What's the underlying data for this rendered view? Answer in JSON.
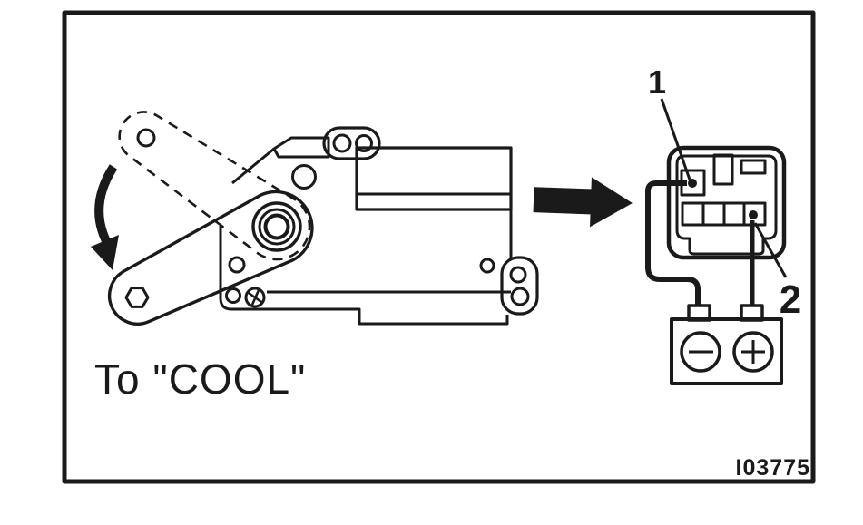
{
  "colors": {
    "ink": "#1a1a1a",
    "paper": "#ffffff"
  },
  "labels": {
    "lever_position_caption": "To \"COOL\"",
    "callout_1": "1",
    "callout_2": "2",
    "figure_code": "I03775"
  },
  "icons": {
    "rotation_arrow": "curved-arrow-counterclockwise",
    "flow_arrow": "arrow-right",
    "battery_minus": "−",
    "battery_plus": "+",
    "screw": "phillips-screw-head"
  }
}
